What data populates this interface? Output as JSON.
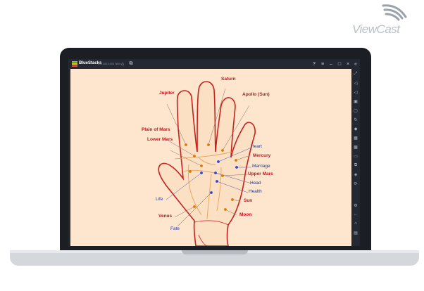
{
  "watermark": {
    "text": "ViewCast"
  },
  "window": {
    "app_name": "BlueStacks",
    "version": "5.6.100.1001 N64",
    "title_icons": [
      "home-icon",
      "multi-instance-icon",
      "help-icon",
      "menu-icon",
      "minimize-icon",
      "restore-icon",
      "close-icon",
      "collapse-sidebar-icon"
    ]
  },
  "sidebar": {
    "icons": [
      "fullscreen-icon",
      "volume-up-icon",
      "volume-down-icon",
      "keyboard-controls-icon",
      "screen-lock-icon",
      "rotate-icon",
      "shake-icon",
      "screenshot-icon",
      "record-icon",
      "folder-icon",
      "copy-icon",
      "layers-icon",
      "sync-icon",
      "settings-icon",
      "back-icon",
      "home-icon",
      "recent-apps-icon"
    ]
  },
  "palm_labels": {
    "saturn": "Saturn",
    "jupiter": "Jupiter",
    "apollo": "Apollo (Sun)",
    "plain_of_mars": "Plain of Mars",
    "lower_mars": "Lower Mars",
    "heart": "Heart",
    "mercury": "Mercury",
    "marriage": "Marriage",
    "upper_mars": "Upper Mars",
    "head": "Head",
    "health": "Health",
    "life": "Life",
    "sun": "Sun",
    "venus": "Venus",
    "moon": "Moon",
    "fate": "Fate"
  },
  "colors": {
    "mount_label": "#c4131d",
    "line_label": "#1f3b9b",
    "background": "#fde6cd",
    "hand_outline": "#c8201c",
    "dot": "#e07800"
  }
}
